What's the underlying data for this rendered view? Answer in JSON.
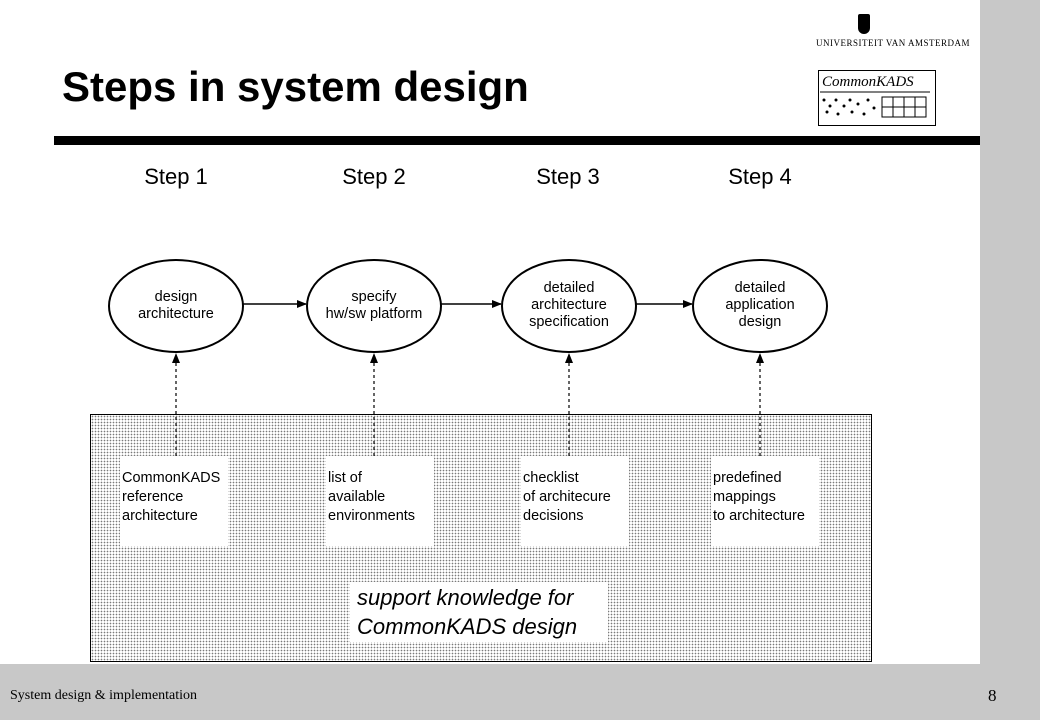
{
  "slide": {
    "title": "Steps in system design",
    "footer_left": "System design & implementation",
    "page_number": "8"
  },
  "branding": {
    "university": "UNIVERSITEIT VAN AMSTERDAM",
    "logo_text": "CommonKADS"
  },
  "steps": [
    {
      "label": "Step 1",
      "node": "design\narchitecture",
      "source": "CommonKADS\nreference\narchitecture"
    },
    {
      "label": "Step 2",
      "node": "specify\nhw/sw platform",
      "source": "list of\navailable\nenvironments"
    },
    {
      "label": "Step 3",
      "node": "detailed\narchitecture\nspecification",
      "source": "checklist\nof architecure\ndecisions"
    },
    {
      "label": "Step 4",
      "node": "detailed\napplication\ndesign",
      "source": "predefined\nmappings\nto architecture"
    }
  ],
  "support": {
    "label": "support knowledge for\nCommonKADS design"
  },
  "colors": {
    "band": "#c8c8c8",
    "ink": "#000000"
  }
}
